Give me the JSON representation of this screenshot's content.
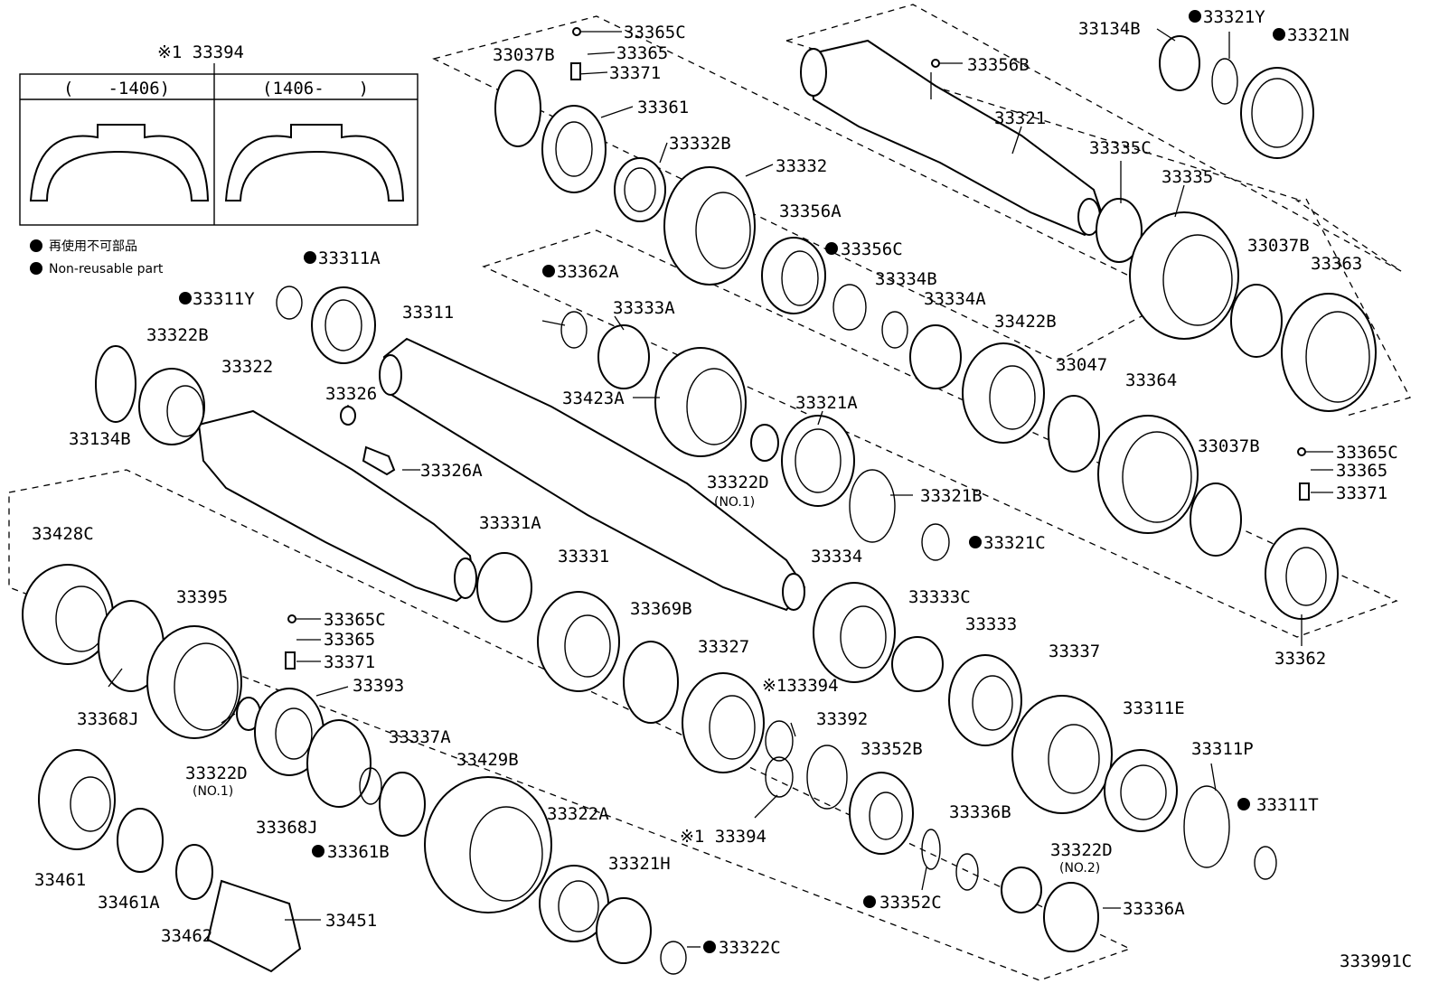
{
  "figure_code": "333991C",
  "inset": {
    "ref": "※1 33394",
    "left": "(　　-1406)",
    "right": "(1406-　　)"
  },
  "legend": {
    "line1": "再使用不可部品",
    "line2": "Non-reusable part"
  },
  "labels": [
    {
      "id": "33365C_a",
      "text": "33365C"
    },
    {
      "id": "33365_a",
      "text": "33365"
    },
    {
      "id": "33371_a",
      "text": "33371"
    },
    {
      "id": "33037B_a",
      "text": "33037B"
    },
    {
      "id": "33361",
      "text": "33361"
    },
    {
      "id": "33332B",
      "text": "33332B"
    },
    {
      "id": "33332",
      "text": "33332"
    },
    {
      "id": "33356A",
      "text": "33356A"
    },
    {
      "id": "33356C",
      "text": "33356C"
    },
    {
      "id": "33356B",
      "text": "33356B"
    },
    {
      "id": "33134B_a",
      "text": "33134B"
    },
    {
      "id": "33321Y",
      "text": "33321Y"
    },
    {
      "id": "33321N",
      "text": "33321N"
    },
    {
      "id": "33321",
      "text": "33321"
    },
    {
      "id": "33335C",
      "text": "33335C"
    },
    {
      "id": "33335",
      "text": "33335"
    },
    {
      "id": "33037B_b",
      "text": "33037B"
    },
    {
      "id": "33363",
      "text": "33363"
    },
    {
      "id": "33311A",
      "text": "33311A"
    },
    {
      "id": "33311Y",
      "text": "33311Y"
    },
    {
      "id": "33311",
      "text": "33311"
    },
    {
      "id": "33322B",
      "text": "33322B"
    },
    {
      "id": "33322",
      "text": "33322"
    },
    {
      "id": "33134B_b",
      "text": "33134B"
    },
    {
      "id": "33326",
      "text": "33326"
    },
    {
      "id": "33326A",
      "text": "33326A"
    },
    {
      "id": "33362A",
      "text": "33362A"
    },
    {
      "id": "33333A",
      "text": "33333A"
    },
    {
      "id": "33423A",
      "text": "33423A"
    },
    {
      "id": "33321A",
      "text": "33321A"
    },
    {
      "id": "33322D_a",
      "text": "33322D"
    },
    {
      "id": "33321B",
      "text": "33321B"
    },
    {
      "id": "33321C",
      "text": "33321C"
    },
    {
      "id": "33334B",
      "text": "33334B"
    },
    {
      "id": "33334A",
      "text": "33334A"
    },
    {
      "id": "33422B",
      "text": "33422B"
    },
    {
      "id": "33047",
      "text": "33047"
    },
    {
      "id": "33364",
      "text": "33364"
    },
    {
      "id": "33037B_c",
      "text": "33037B"
    },
    {
      "id": "33365C_b",
      "text": "33365C"
    },
    {
      "id": "33365_b",
      "text": "33365"
    },
    {
      "id": "33371_b",
      "text": "33371"
    },
    {
      "id": "33362",
      "text": "33362"
    },
    {
      "id": "33428C",
      "text": "33428C"
    },
    {
      "id": "33395",
      "text": "33395"
    },
    {
      "id": "33368J_a",
      "text": "33368J"
    },
    {
      "id": "33365C_c",
      "text": "33365C"
    },
    {
      "id": "33365_c",
      "text": "33365"
    },
    {
      "id": "33371_c",
      "text": "33371"
    },
    {
      "id": "33393",
      "text": "33393"
    },
    {
      "id": "33322D_b",
      "text": "33322D"
    },
    {
      "id": "33368J_b",
      "text": "33368J"
    },
    {
      "id": "33331A",
      "text": "33331A"
    },
    {
      "id": "33331",
      "text": "33331"
    },
    {
      "id": "33369B",
      "text": "33369B"
    },
    {
      "id": "33327",
      "text": "33327"
    },
    {
      "id": "33394_a",
      "text": "※133394"
    },
    {
      "id": "33392",
      "text": "33392"
    },
    {
      "id": "33394_b",
      "text": "※1 33394"
    },
    {
      "id": "33334",
      "text": "33334"
    },
    {
      "id": "33333C",
      "text": "33333C"
    },
    {
      "id": "33333",
      "text": "33333"
    },
    {
      "id": "33337",
      "text": "33337"
    },
    {
      "id": "33311E",
      "text": "33311E"
    },
    {
      "id": "33311P",
      "text": "33311P"
    },
    {
      "id": "33311T",
      "text": "33311T"
    },
    {
      "id": "33352B",
      "text": "33352B"
    },
    {
      "id": "33336B",
      "text": "33336B"
    },
    {
      "id": "33322D_c",
      "text": "33322D"
    },
    {
      "id": "33336A",
      "text": "33336A"
    },
    {
      "id": "33352C",
      "text": "33352C"
    },
    {
      "id": "33337A",
      "text": "33337A"
    },
    {
      "id": "33429B",
      "text": "33429B"
    },
    {
      "id": "33361B",
      "text": "33361B"
    },
    {
      "id": "33322A",
      "text": "33322A"
    },
    {
      "id": "33321H",
      "text": "33321H"
    },
    {
      "id": "33322C",
      "text": "33322C"
    },
    {
      "id": "33461",
      "text": "33461"
    },
    {
      "id": "33461A",
      "text": "33461A"
    },
    {
      "id": "33462",
      "text": "33462"
    },
    {
      "id": "33451",
      "text": "33451"
    }
  ],
  "notes": {
    "no1_a": "(NO.1)",
    "no1_b": "(NO.1)",
    "no2": "(NO.2)"
  }
}
